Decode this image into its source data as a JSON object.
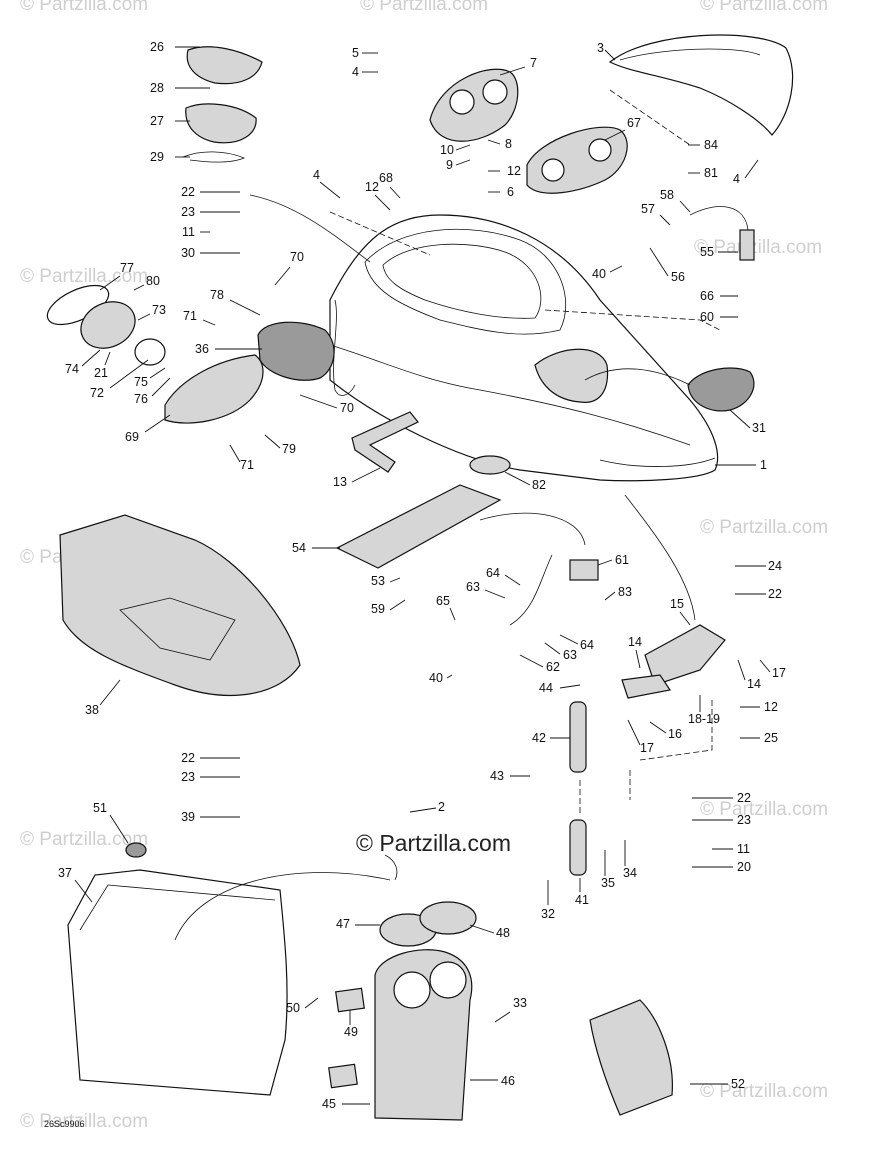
{
  "watermark": "© Partzilla.com",
  "diagram_code": "26Sc9906",
  "callouts": [
    {
      "id": "26",
      "text": "26"
    },
    {
      "id": "28",
      "text": "28"
    },
    {
      "id": "27",
      "text": "27"
    },
    {
      "id": "29",
      "text": "29"
    },
    {
      "id": "22a",
      "text": "22"
    },
    {
      "id": "23a",
      "text": "23"
    },
    {
      "id": "11a",
      "text": "11"
    },
    {
      "id": "30",
      "text": "30"
    },
    {
      "id": "77",
      "text": "77"
    },
    {
      "id": "80",
      "text": "80"
    },
    {
      "id": "73",
      "text": "73"
    },
    {
      "id": "74",
      "text": "74"
    },
    {
      "id": "21",
      "text": "21"
    },
    {
      "id": "72",
      "text": "72"
    },
    {
      "id": "75",
      "text": "75"
    },
    {
      "id": "76",
      "text": "76"
    },
    {
      "id": "69",
      "text": "69"
    },
    {
      "id": "78",
      "text": "78"
    },
    {
      "id": "71a",
      "text": "71"
    },
    {
      "id": "36",
      "text": "36"
    },
    {
      "id": "70a",
      "text": "70"
    },
    {
      "id": "70b",
      "text": "70"
    },
    {
      "id": "79",
      "text": "79"
    },
    {
      "id": "71b",
      "text": "71"
    },
    {
      "id": "13",
      "text": "13"
    },
    {
      "id": "5",
      "text": "5"
    },
    {
      "id": "4a",
      "text": "4"
    },
    {
      "id": "7",
      "text": "7"
    },
    {
      "id": "8",
      "text": "8"
    },
    {
      "id": "10",
      "text": "10"
    },
    {
      "id": "9",
      "text": "9"
    },
    {
      "id": "12a",
      "text": "12"
    },
    {
      "id": "6",
      "text": "6"
    },
    {
      "id": "67",
      "text": "67"
    },
    {
      "id": "3",
      "text": "3"
    },
    {
      "id": "84",
      "text": "84"
    },
    {
      "id": "81",
      "text": "81"
    },
    {
      "id": "4b",
      "text": "4"
    },
    {
      "id": "4c",
      "text": "4"
    },
    {
      "id": "12b",
      "text": "12"
    },
    {
      "id": "68",
      "text": "68"
    },
    {
      "id": "58",
      "text": "58"
    },
    {
      "id": "57",
      "text": "57"
    },
    {
      "id": "55",
      "text": "55"
    },
    {
      "id": "40a",
      "text": "40"
    },
    {
      "id": "56",
      "text": "56"
    },
    {
      "id": "66",
      "text": "66"
    },
    {
      "id": "60",
      "text": "60"
    },
    {
      "id": "31",
      "text": "31"
    },
    {
      "id": "1",
      "text": "1"
    },
    {
      "id": "82",
      "text": "82"
    },
    {
      "id": "54",
      "text": "54"
    },
    {
      "id": "53",
      "text": "53"
    },
    {
      "id": "59",
      "text": "59"
    },
    {
      "id": "61",
      "text": "61"
    },
    {
      "id": "64a",
      "text": "64"
    },
    {
      "id": "63a",
      "text": "63"
    },
    {
      "id": "65",
      "text": "65"
    },
    {
      "id": "83",
      "text": "83"
    },
    {
      "id": "64b",
      "text": "64"
    },
    {
      "id": "63b",
      "text": "63"
    },
    {
      "id": "62",
      "text": "62"
    },
    {
      "id": "40b",
      "text": "40"
    },
    {
      "id": "38",
      "text": "38"
    },
    {
      "id": "22b",
      "text": "22"
    },
    {
      "id": "23b",
      "text": "23"
    },
    {
      "id": "39",
      "text": "39"
    },
    {
      "id": "24",
      "text": "24"
    },
    {
      "id": "22c",
      "text": "22"
    },
    {
      "id": "15",
      "text": "15"
    },
    {
      "id": "14a",
      "text": "14"
    },
    {
      "id": "14b",
      "text": "14"
    },
    {
      "id": "17a",
      "text": "17"
    },
    {
      "id": "18-19",
      "text": "18-19"
    },
    {
      "id": "12c",
      "text": "12"
    },
    {
      "id": "25",
      "text": "25"
    },
    {
      "id": "16",
      "text": "16"
    },
    {
      "id": "17b",
      "text": "17"
    },
    {
      "id": "44",
      "text": "44"
    },
    {
      "id": "42",
      "text": "42"
    },
    {
      "id": "43",
      "text": "43"
    },
    {
      "id": "2",
      "text": "2"
    },
    {
      "id": "22d",
      "text": "22"
    },
    {
      "id": "23c",
      "text": "23"
    },
    {
      "id": "11b",
      "text": "11"
    },
    {
      "id": "20",
      "text": "20"
    },
    {
      "id": "34",
      "text": "34"
    },
    {
      "id": "35",
      "text": "35"
    },
    {
      "id": "41",
      "text": "41"
    },
    {
      "id": "32",
      "text": "32"
    },
    {
      "id": "51",
      "text": "51"
    },
    {
      "id": "37",
      "text": "37"
    },
    {
      "id": "47",
      "text": "47"
    },
    {
      "id": "48",
      "text": "48"
    },
    {
      "id": "50",
      "text": "50"
    },
    {
      "id": "49",
      "text": "49"
    },
    {
      "id": "33",
      "text": "33"
    },
    {
      "id": "46",
      "text": "46"
    },
    {
      "id": "45",
      "text": "45"
    },
    {
      "id": "52",
      "text": "52"
    }
  ]
}
